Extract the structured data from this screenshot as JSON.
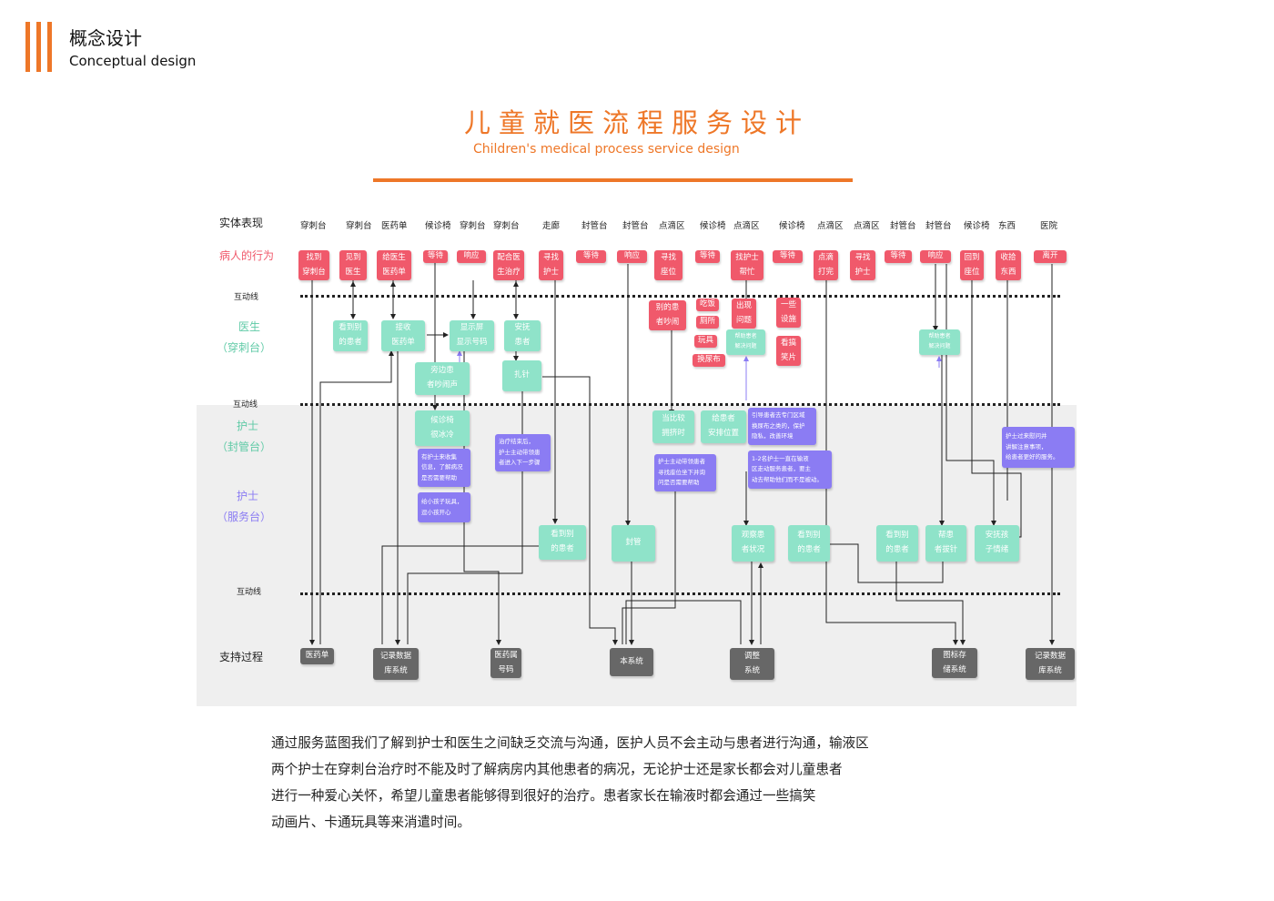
{
  "header": {
    "section_cn": "概念设计",
    "section_en": "Conceptual design"
  },
  "title": {
    "cn": "儿童就医流程服务设计",
    "en": "Children's medical process service design"
  },
  "rows": {
    "physical": "实体表现",
    "patient": "病人的行为",
    "doctor_a": "医生",
    "doctor_b": "（穿刺台）",
    "nurse1_a": "护士",
    "nurse1_b": "（封管台）",
    "nurse2_a": "护士",
    "nurse2_b": "（服务台）",
    "support": "支持过程",
    "touch1": "互动线",
    "touch2": "互动线",
    "touch3": "互动线"
  },
  "physical_items": [
    "穿刺台",
    "穿刺台",
    "医药单",
    "候诊椅",
    "穿刺台",
    "穿刺台",
    "走廊",
    "封管台",
    "封管台",
    "点滴区",
    "候诊椅",
    "点滴区",
    "候诊椅",
    "点滴区",
    "点滴区",
    "封管台",
    "封管台",
    "候诊椅",
    "东西",
    "医院"
  ],
  "patient_boxes": [
    {
      "l1": "找到",
      "l2": "穿刺台"
    },
    {
      "l1": "见到",
      "l2": "医生"
    },
    {
      "l1": "给医生",
      "l2": "医药单"
    },
    {
      "l1": "等待",
      "l2": ""
    },
    {
      "l1": "响应",
      "l2": ""
    },
    {
      "l1": "配合医",
      "l2": "生治疗"
    },
    {
      "l1": "寻找",
      "l2": "护士"
    },
    {
      "l1": "等待",
      "l2": ""
    },
    {
      "l1": "响应",
      "l2": ""
    },
    {
      "l1": "寻找",
      "l2": "座位"
    },
    {
      "l1": "等待",
      "l2": ""
    },
    {
      "l1": "找护士",
      "l2": "帮忙"
    },
    {
      "l1": "等待",
      "l2": ""
    },
    {
      "l1": "点滴",
      "l2": "打完"
    },
    {
      "l1": "寻找",
      "l2": "护士"
    },
    {
      "l1": "等待",
      "l2": ""
    },
    {
      "l1": "响应",
      "l2": ""
    },
    {
      "l1": "回到",
      "l2": "座位"
    },
    {
      "l1": "收拾",
      "l2": "东西"
    },
    {
      "l1": "离开",
      "l2": ""
    }
  ],
  "sub_pink": [
    {
      "l1": "别的患",
      "l2": "者吵闹"
    },
    {
      "l1": "吃饭",
      "l2": ""
    },
    {
      "l1": "厕所",
      "l2": ""
    },
    {
      "l1": "玩具",
      "l2": ""
    },
    {
      "l1": "换尿布",
      "l2": ""
    },
    {
      "l1": "出现",
      "l2": "问题"
    },
    {
      "l1": "一些",
      "l2": "设施"
    },
    {
      "l1": "看搞",
      "l2": "笑片"
    }
  ],
  "doctor_boxes": [
    {
      "l1": "看到别",
      "l2": "的患者"
    },
    {
      "l1": "接收",
      "l2": "医药单"
    },
    {
      "l1": "显示屏",
      "l2": "显示号码"
    },
    {
      "l1": "安抚",
      "l2": "患者"
    },
    {
      "l1": "旁边患",
      "l2": "者吵闹声"
    },
    {
      "l1": "扎针",
      "l2": ""
    }
  ],
  "nurse_boxes": [
    {
      "l1": "候诊椅",
      "l2": "很冰冷"
    },
    {
      "l1": "当比较",
      "l2": "拥挤时"
    },
    {
      "l1": "给患者",
      "l2": "安排位置"
    },
    {
      "l1": "看到别",
      "l2": "的患者"
    },
    {
      "l1": "封管",
      "l2": ""
    },
    {
      "l1": "观察患",
      "l2": "者状况"
    },
    {
      "l1": "看到别",
      "l2": "的患者"
    },
    {
      "l1": "看到别",
      "l2": "的患者"
    },
    {
      "l1": "帮患",
      "l2": "者拔针"
    },
    {
      "l1": "安抚孩",
      "l2": "子情绪"
    }
  ],
  "small_teal": [
    {
      "l1": "帮助患者",
      "l2": "解决问题"
    },
    {
      "l1": "帮助患者",
      "l2": "解决问题"
    }
  ],
  "purple_notes": [
    {
      "l1": "有护士来收集",
      "l2": "信息，了解病况",
      "l3": "是否需要帮助"
    },
    {
      "l1": "给小孩子玩具，",
      "l2": "逗小孩开心",
      "l3": ""
    },
    {
      "l1": "治疗结束后，",
      "l2": "护士主动带领患",
      "l3": "者进入下一步骤"
    },
    {
      "l1": "护士主动带领患者",
      "l2": "寻找座位坐下并询",
      "l3": "问是否需要帮助"
    },
    {
      "l1": "引导患者去专门区域",
      "l2": "换尿布之类的，保护",
      "l3": "隐私，改善环境"
    },
    {
      "l1": "1-2名护士一直在输液",
      "l2": "区走动服务患者，要主",
      "l3": "动去帮助他们而不是被动。"
    },
    {
      "l1": "护士过来慰问并",
      "l2": "讲解注意事项，",
      "l3": "给患者更好的服务。"
    }
  ],
  "support_boxes": [
    {
      "l1": "医药单",
      "l2": ""
    },
    {
      "l1": "记录数据",
      "l2": "库系统"
    },
    {
      "l1": "医药属",
      "l2": "号码"
    },
    {
      "l1": "本系统",
      "l2": ""
    },
    {
      "l1": "调整",
      "l2": "系统"
    },
    {
      "l1": "图标存",
      "l2": "储系统"
    },
    {
      "l1": "记录数据",
      "l2": "库系统"
    }
  ],
  "colors": {
    "accent": "#ee7728",
    "patient": "#f0596b",
    "teal": "#8fe3c9",
    "purple": "#8b7cf3",
    "support": "#676767",
    "band": "#efefef"
  },
  "body_text": [
    "通过服务蓝图我们了解到护士和医生之间缺乏交流与沟通，医护人员不会主动与患者进行沟通，输液区",
    "两个护士在穿刺台治疗时不能及时了解病房内其他患者的病况，无论护士还是家长都会对儿童患者",
    "进行一种爱心关怀，希望儿童患者能够得到很好的治疗。患者家长在输液时都会通过一些搞笑",
    "动画片、卡通玩具等来消遣时间。"
  ]
}
